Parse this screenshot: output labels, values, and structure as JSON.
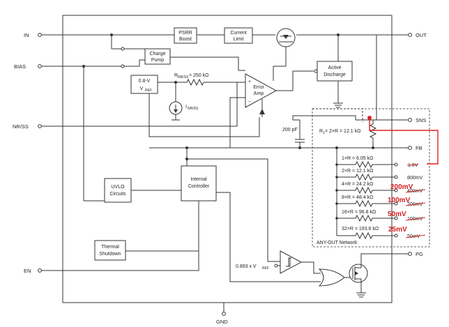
{
  "pins": {
    "in": "IN",
    "bias": "BIAS",
    "nr_ss": "NR/SS",
    "en": "EN",
    "gnd": "GND",
    "out": "OUT",
    "sns": "SNS",
    "fb": "FB",
    "pg": "PG"
  },
  "blocks": {
    "psrr_boost": [
      "PSRR",
      "Boost"
    ],
    "current_limit": [
      "Current",
      "Limit"
    ],
    "charge_pump": [
      "Charge",
      "Pump"
    ],
    "active_discharge": [
      "Active",
      "Discharge"
    ],
    "vref": [
      "0.8-V",
      "V"
    ],
    "vref_sub": "REF",
    "error_amp": [
      "Error",
      "Amp"
    ],
    "uvlo": [
      "UVLO",
      "Circuits"
    ],
    "internal_controller": [
      "Internal",
      "Controller"
    ],
    "thermal_shutdown": [
      "Thermal",
      "Shutdown"
    ]
  },
  "labels": {
    "rnr_ss": "R",
    "rnr_ss_sub": "NR/SS",
    "rnr_ss_value": " = 250 kΩ",
    "inr_ss": "I",
    "inr_ss_sub": "NR/SS",
    "cap": "200 pF",
    "r1": "R",
    "r1_sub": "1",
    "r1_value": " = 2×R = 12.1 kΩ",
    "pg_threshold": "0.893 x V",
    "pg_threshold_sub": "REF",
    "network": "ANY-OUT Network",
    "plus": "+",
    "minus": "−"
  },
  "ladder": [
    {
      "resistor": "1×R = 6.05 kΩ",
      "original": "1.6V",
      "annotation": ""
    },
    {
      "resistor": "2×R = 12.1 kΩ",
      "original": "800mV",
      "annotation": ""
    },
    {
      "resistor": "4×R = 24.2 kΩ",
      "original": "400mV",
      "annotation": "200mV"
    },
    {
      "resistor": "8×R = 48.4 kΩ",
      "original": "200mV",
      "annotation": "100mV"
    },
    {
      "resistor": "16×R = 96.8 kΩ",
      "original": "100mV",
      "annotation": "50mV"
    },
    {
      "resistor": "32×R = 193.6 kΩ",
      "original": "50mV",
      "annotation": "25mV"
    }
  ],
  "colors": {
    "wire": "#333333",
    "annotation": "#d42020"
  }
}
